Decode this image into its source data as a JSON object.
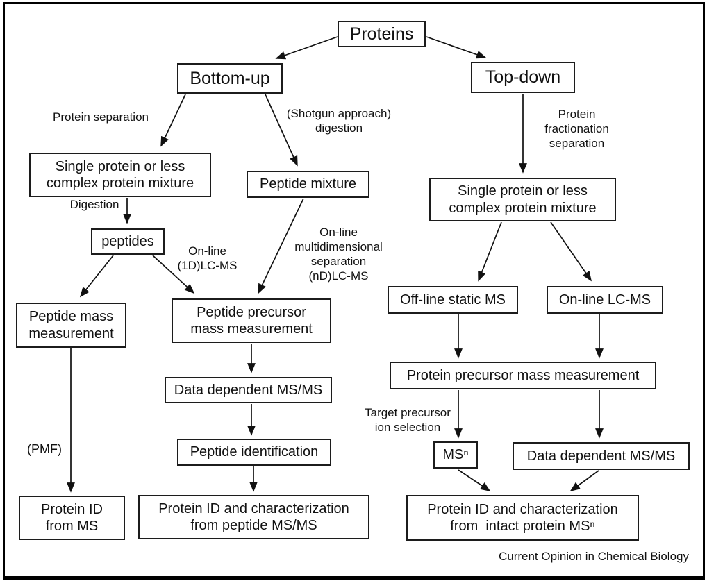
{
  "nodes": {
    "proteins": "Proteins",
    "bottom_up": "Bottom-up",
    "top_down": "Top-down",
    "single_left": "Single protein or less\ncomplex protein mixture",
    "peptide_mixture": "Peptide mixture",
    "single_right": "Single protein or less\ncomplex protein mixture",
    "peptides": "peptides",
    "peptide_mass": "Peptide mass\nmeasurement",
    "peptide_precursor": "Peptide precursor\nmass measurement",
    "offline_static_ms": "Off-line static MS",
    "online_lc_ms": "On-line LC-MS",
    "protein_precursor": "Protein precursor mass measurement",
    "data_dependent_center": "Data dependent MS/MS",
    "peptide_identification": "Peptide identification",
    "msn": "MSⁿ",
    "data_dependent_right": "Data dependent MS/MS",
    "protein_id_from_ms": "Protein ID\nfrom MS",
    "protein_id_peptide": "Protein ID and characterization\nfrom peptide MS/MS",
    "protein_id_intact": "Protein ID and characterization\nfrom  intact protein MSⁿ"
  },
  "labels": {
    "protein_separation": "Protein separation",
    "shotgun_digestion": "(Shotgun approach)\ndigestion",
    "protein_fractionation": "Protein\nfractionation\nseparation",
    "digestion": "Digestion",
    "online_1d": "On-line\n(1D)LC-MS",
    "online_multi": "On-line\nmultidimensional\nseparation\n(nD)LC-MS",
    "pmf": "(PMF)",
    "target_precursor": "Target precursor\nion selection"
  },
  "caption": "Current Opinion in Chemical Biology",
  "colors": {
    "ink": "#111111",
    "background": "#ffffff"
  }
}
